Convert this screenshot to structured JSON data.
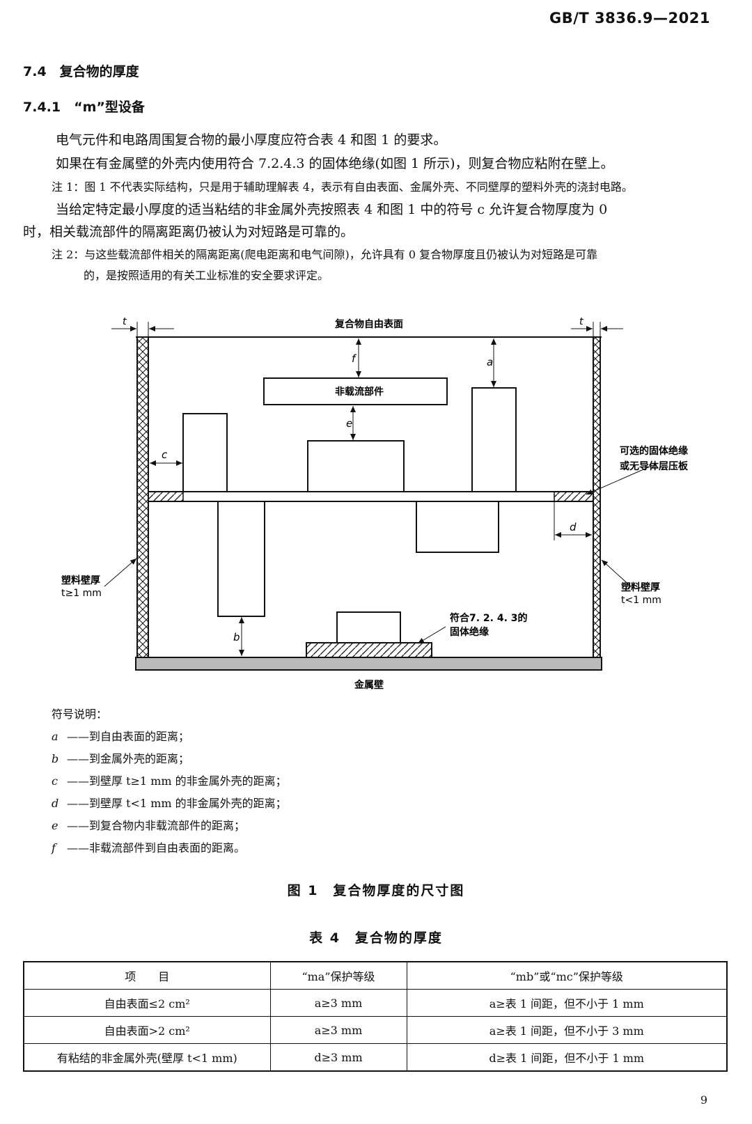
{
  "header": {
    "doc_id": "GB/T 3836.9—2021"
  },
  "section": {
    "heading_7_4": "7.4　复合物的厚度",
    "heading_7_4_1": "7.4.1　“m”型设备",
    "para1": "电气元件和电路周围复合物的最小厚度应符合表 4 和图 1 的要求。",
    "para2": "如果在有金属壁的外壳内使用符合 7.2.4.3 的固体绝缘(如图 1 所示)，则复合物应粘附在壁上。",
    "note1": "注 1：图 1 不代表实际结构，只是用于辅助理解表 4，表示有自由表面、金属外壳、不同壁厚的塑料外壳的浇封电路。",
    "para3_line1": "当给定特定最小厚度的适当粘结的非金属外壳按照表 4 和图 1 中的符号 c 允许复合物厚度为 0",
    "para3_line2": "时，相关载流部件的隔离距离仍被认为对短路是可靠的。",
    "note2_line1": "注 2：与这些载流部件相关的隔离距离(爬电距离和电气间隙)，允许具有 0 复合物厚度且仍被认为对短路是可靠",
    "note2_line2": "的，是按照适用的有关工业标准的安全要求评定。"
  },
  "figure": {
    "label_free_surface": "复合物自由表面",
    "label_noncurrent": "非载流部件",
    "label_optional_1": "可选的固体绝缘",
    "label_optional_2": "或无导体层压板",
    "label_plastic_left_1": "塑料壁厚",
    "label_plastic_left_2": "t≥1 mm",
    "label_plastic_right_1": "塑料壁厚",
    "label_plastic_right_2": "t<1 mm",
    "label_solid_1": "符合7. 2. 4. 3的",
    "label_solid_2": "固体绝缘",
    "label_metal_wall": "金属壁",
    "sym_t": "t",
    "sym_a": "a",
    "sym_b": "b",
    "sym_c": "c",
    "sym_d": "d",
    "sym_e": "e",
    "sym_f": "f"
  },
  "legend": {
    "title": "符号说明：",
    "items": [
      {
        "sym": "a",
        "text": "——到自由表面的距离；"
      },
      {
        "sym": "b",
        "text": "——到金属外壳的距离；"
      },
      {
        "sym": "c",
        "text": "——到壁厚 t≥1 mm 的非金属外壳的距离；"
      },
      {
        "sym": "d",
        "text": "——到壁厚 t<1 mm 的非金属外壳的距离；"
      },
      {
        "sym": "e",
        "text": "——到复合物内非载流部件的距离；"
      },
      {
        "sym": "f",
        "text": "——非载流部件到自由表面的距离。"
      }
    ]
  },
  "figure_caption": "图 1　复合物厚度的尺寸图",
  "table_caption": "表 4　复合物的厚度",
  "table": {
    "headers": [
      "项　　目",
      "“ma”保护等级",
      "“mb”或“mc”保护等级"
    ],
    "rows": [
      [
        "自由表面≤2 cm²",
        "a≥3 mm",
        "a≥表 1 间距，但不小于 1 mm"
      ],
      [
        "自由表面>2 cm²",
        "a≥3 mm",
        "a≥表 1 间距，但不小于 3 mm"
      ],
      [
        "有粘结的非金属外壳(壁厚 t<1 mm)",
        "d≥3 mm",
        "d≥表 1 间距，但不小于 1 mm"
      ]
    ]
  },
  "page_number": "9"
}
